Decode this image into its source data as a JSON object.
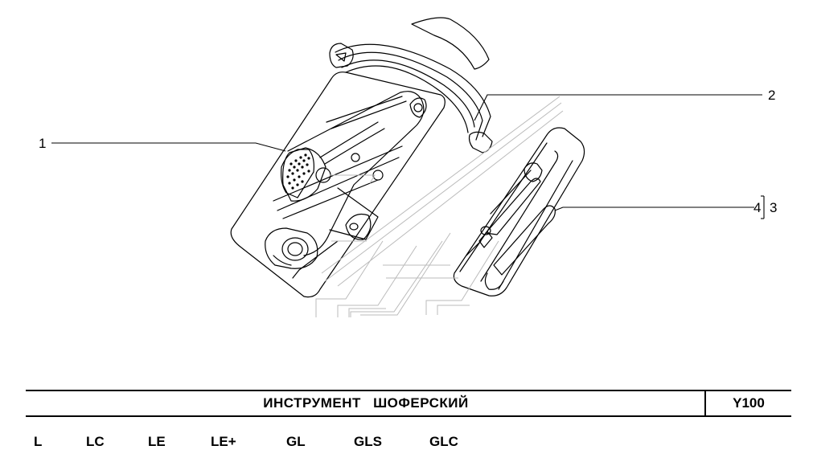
{
  "callouts": {
    "c1": "1",
    "c2": "2",
    "c4": "4",
    "c3": "3"
  },
  "title_bar": {
    "title": "ИНСТРУМЕНТ ШОФЕРСКИЙ",
    "code": "Y100"
  },
  "variants": [
    "L",
    "LC",
    "LE",
    "LE+",
    "GL",
    "GLS",
    "GLC"
  ]
}
